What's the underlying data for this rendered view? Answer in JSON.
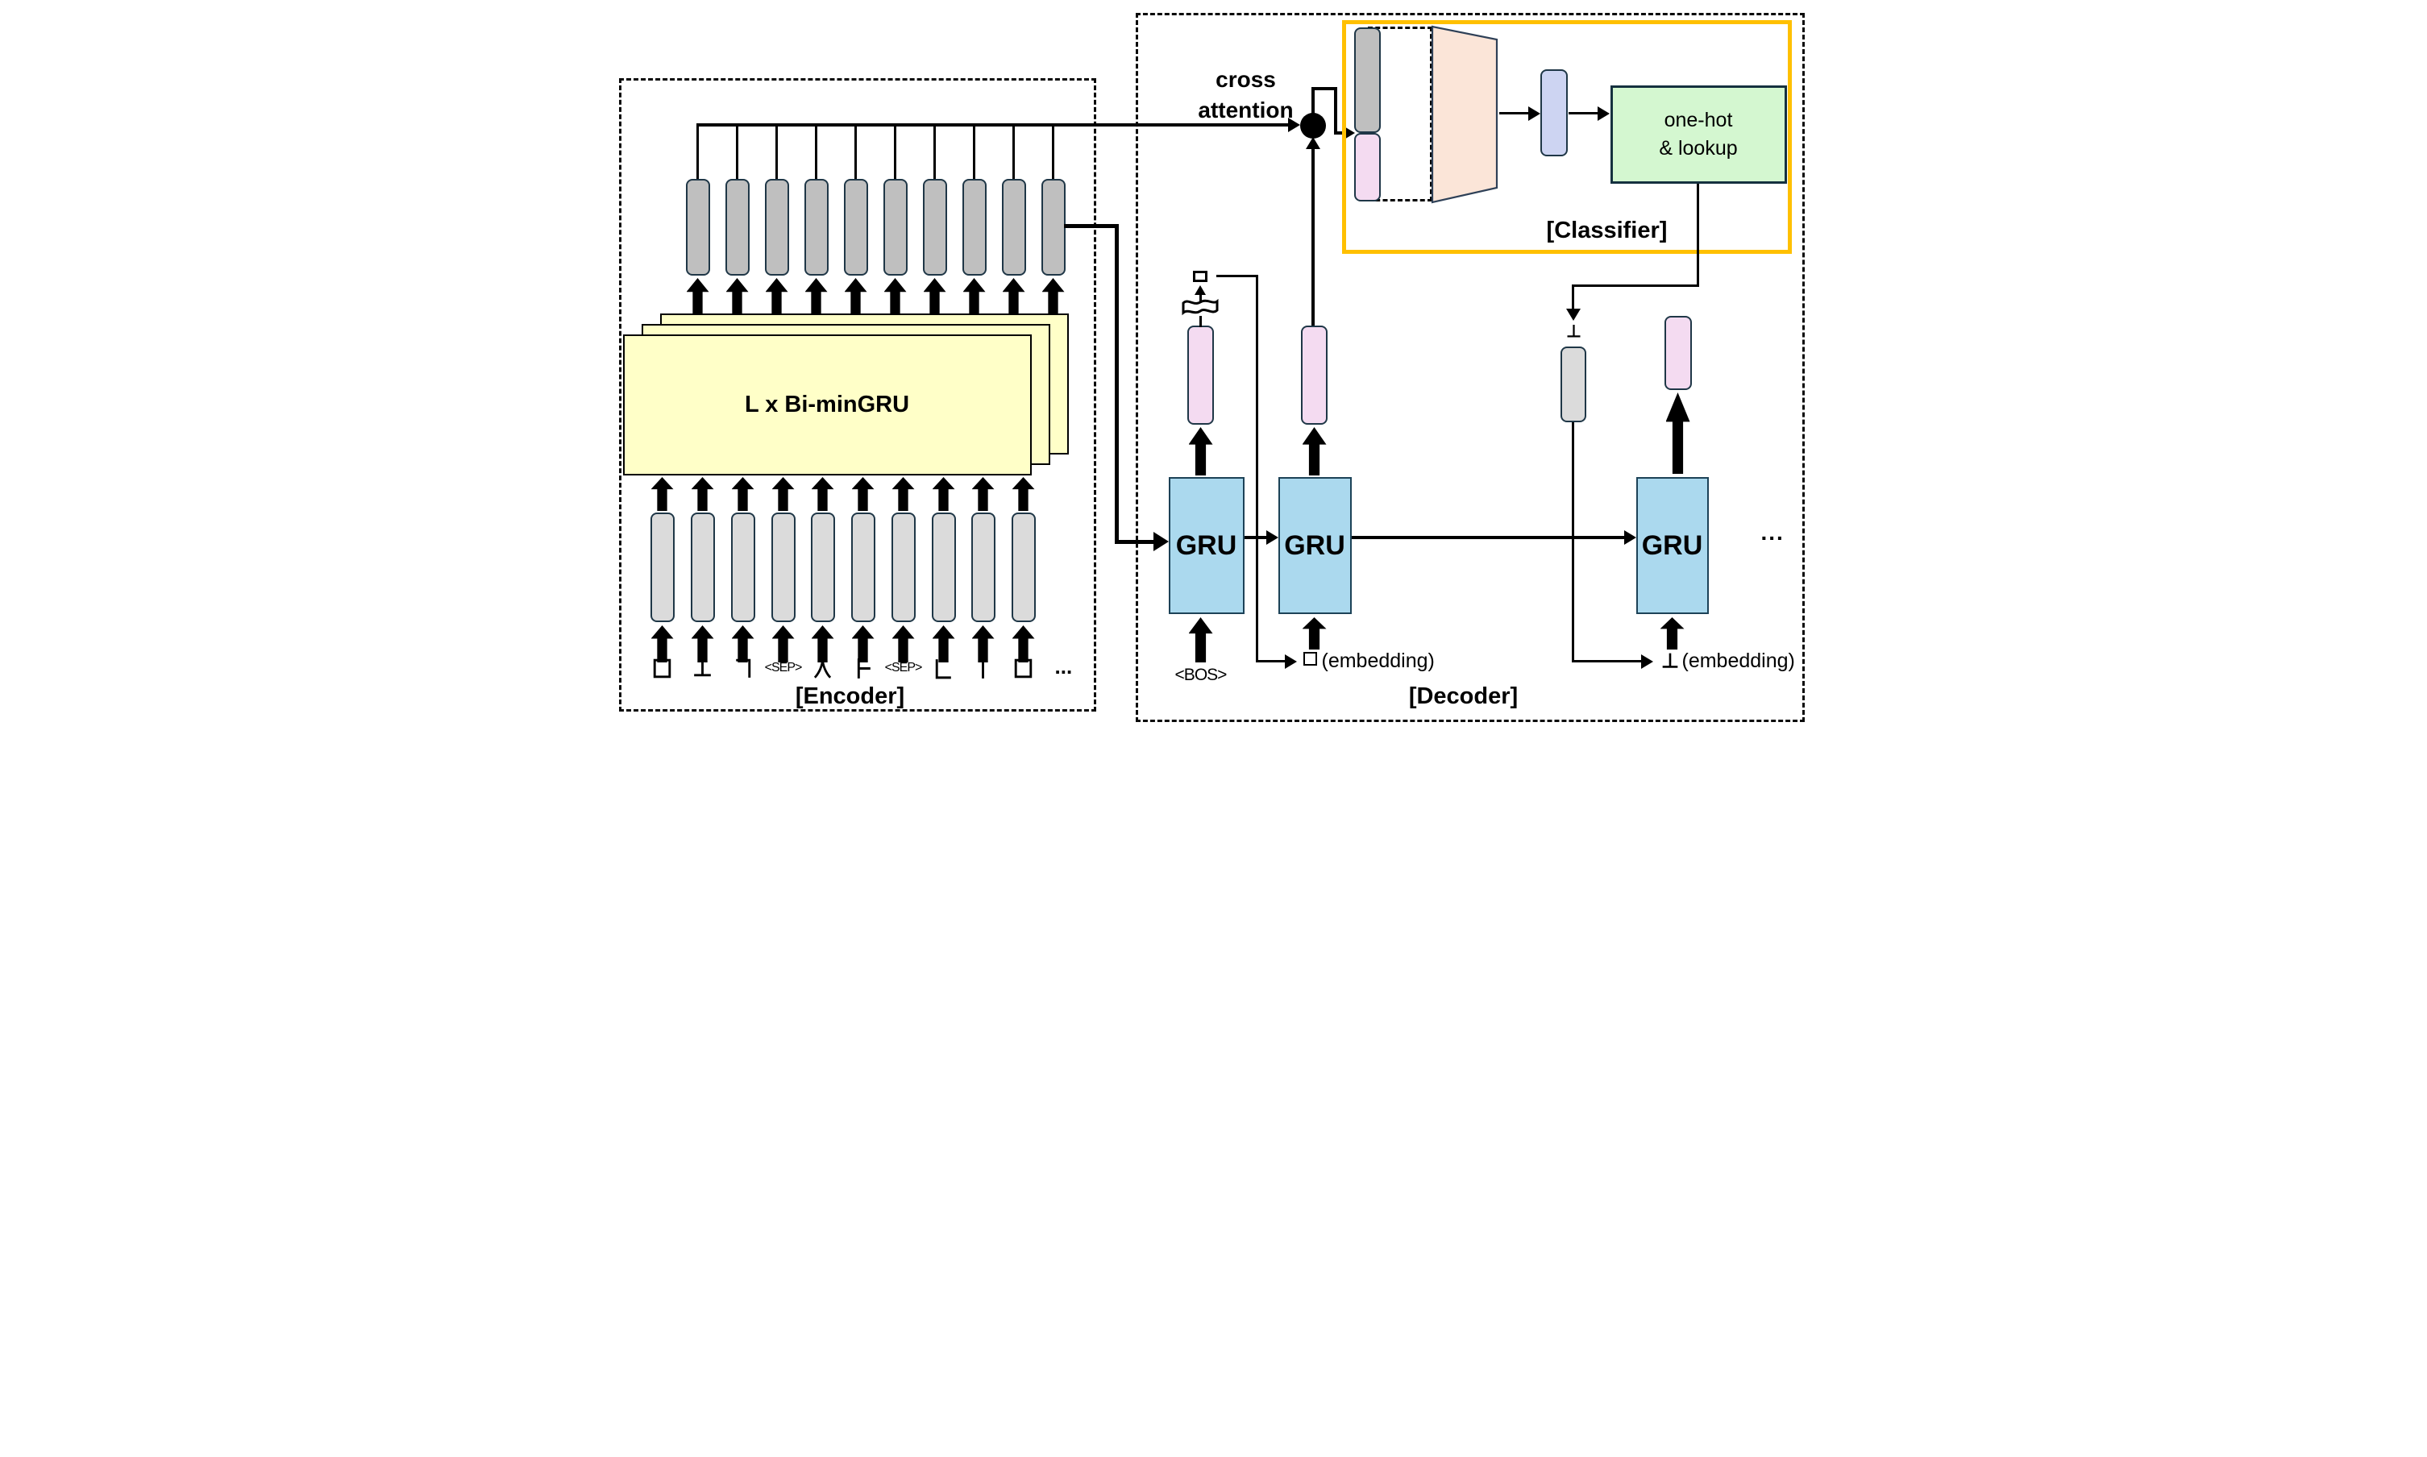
{
  "figure": {
    "type": "model-architecture-diagram",
    "description": "Encoder-decoder GRU architecture with cross attention and classifier"
  },
  "encoder": {
    "label": "[Encoder]",
    "stack_label": "L x Bi-minGRU",
    "tokens": [
      "ㅁ",
      "ㅗ",
      "ㄱ",
      "<SEP>",
      "ㅅ",
      "ㅏ",
      "<SEP>",
      "ㄴ",
      "ㅣ",
      "ㅁ"
    ],
    "token_glyph_names": [
      "jamo-m",
      "jamo-o",
      "jamo-g",
      "sep",
      "jamo-s",
      "jamo-a",
      "sep",
      "jamo-n",
      "jamo-i",
      "jamo-m"
    ],
    "ellipsis": "...",
    "num_input_units": 10,
    "num_output_units": 10
  },
  "decoder": {
    "label": "[Decoder]",
    "cross_attention": [
      "cross",
      "attention"
    ],
    "gru_label": "GRU",
    "bos_label": "<BOS>",
    "embedding_suffix": "(embedding)",
    "embedding_tokens": [
      "ㅁ",
      "ㅗ"
    ],
    "predicted_token": "ㅁ",
    "ellipsis": "..."
  },
  "classifier": {
    "label": "[Classifier]",
    "onehot_lines": [
      "one-hot",
      "& lookup"
    ]
  },
  "colors": {
    "classifier_border": "#FFC000",
    "gru_fill": "#ABD9EE",
    "yellow_stack_fill": "#FFFFC8",
    "green_box_fill": "#D4F7D0",
    "pink_bar_fill": "#F4DBF1",
    "lavender_bar_fill": "#CDD4F2",
    "peach_trapezoid_fill": "#FBE5D8",
    "top_bar_fill": "#BFBFBF",
    "bottom_bar_fill": "#DBDBDB",
    "line_color": "#000000"
  }
}
